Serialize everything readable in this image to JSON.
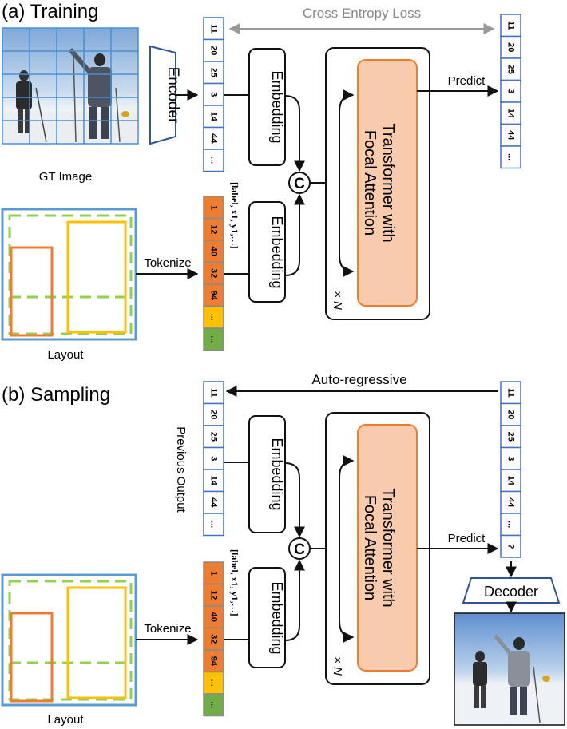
{
  "training": {
    "title": "(a) Training",
    "loss_label": "Cross Entropy Loss",
    "gt_caption": "GT Image",
    "encoder_label": "Encoder",
    "embedding_top": "Embedding",
    "embedding_bottom": "Embedding",
    "concat_symbol": "C",
    "transformer_line1": "Transformer with",
    "transformer_line2": "Focal Attention",
    "repeat_label": "× N",
    "predict_label": "Predict",
    "layout_caption": "Layout",
    "tokenize_label": "Tokenize",
    "bbox_format": "[label, x1, y1,…]",
    "image_tokens": [
      "11",
      "20",
      "25",
      "3",
      "14",
      "44",
      "..."
    ],
    "predicted_tokens": [
      "11",
      "20",
      "25",
      "3",
      "14",
      "44",
      "..."
    ],
    "layout_tokens": [
      "1",
      "12",
      "40",
      "32",
      "94",
      "...",
      "..."
    ]
  },
  "sampling": {
    "title": "(b) Sampling",
    "autoregressive_label": "Auto-regressive",
    "previous_output_label": "Previous Output",
    "embedding_top": "Embedding",
    "embedding_bottom": "Embedding",
    "concat_symbol": "C",
    "transformer_line1": "Transformer with",
    "transformer_line2": "Focal Attention",
    "repeat_label": "× N",
    "predict_label": "Predict",
    "decoder_label": "Decoder",
    "layout_caption": "Layout",
    "tokenize_label": "Tokenize",
    "bbox_format": "[label, x1, y1,…]",
    "previous_tokens": [
      "11",
      "20",
      "25",
      "3",
      "14",
      "44",
      "..."
    ],
    "predicted_tokens": [
      "11",
      "20",
      "25",
      "3",
      "14",
      "44",
      "...",
      "?"
    ],
    "layout_tokens": [
      "1",
      "12",
      "40",
      "32",
      "94",
      "...",
      "..."
    ]
  },
  "colors": {
    "token_border": "#4472c4",
    "layout_orange": "#ed7d31",
    "layout_yellow": "#ffc000",
    "layout_green": "#70ad47",
    "transformer_fill": "#f8cbad",
    "transformer_border": "#ed7d31",
    "layout_frame": "#5b9bd5",
    "loss_arrow": "#999999"
  }
}
